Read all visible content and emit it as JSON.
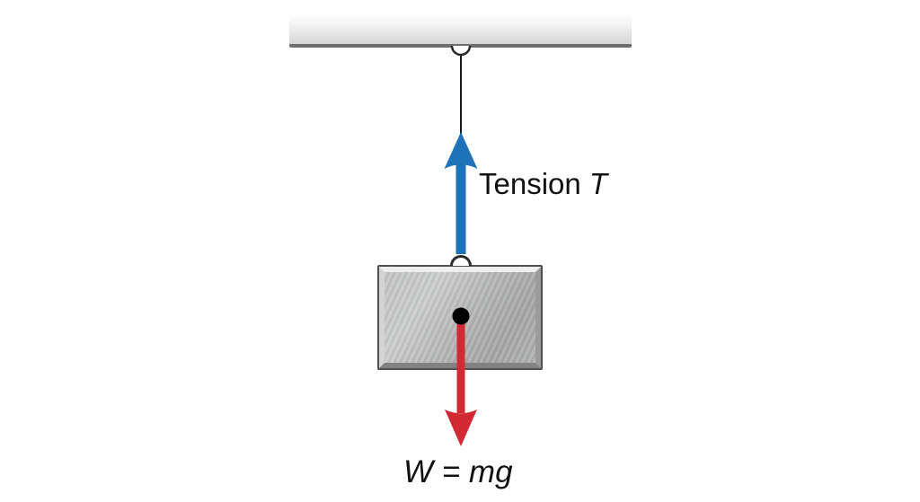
{
  "diagram": {
    "description": "Free-body diagram of a mass hanging from a ceiling by a string",
    "labels": {
      "tension_word": "Tension",
      "tension_symbol": "T",
      "weight_equation": "W = mg"
    },
    "colors": {
      "background": "#ffffff",
      "tension_arrow": "#1d72b8",
      "weight_arrow": "#d22a35",
      "string": "#1a1a1a",
      "hook_stroke": "#2b2b2b",
      "ceiling_edge": "#6e6e6e",
      "center_dot": "#000000",
      "label_text": "#111111"
    }
  }
}
